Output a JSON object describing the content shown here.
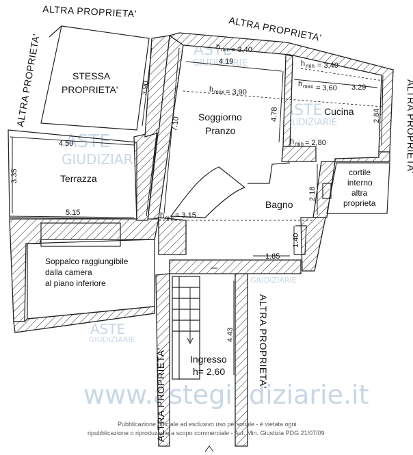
{
  "labels": {
    "altra_top_left": "ALTRA PROPRIETA'",
    "altra_top_right": "ALTRA PROPRIETA'",
    "altra_left": "ALTRA PROPRIETA'",
    "altra_right": "ALTRA PROPRIETA'",
    "altra_bottom_left": "ALTRA PROPRIETA'",
    "altra_bottom_right": "ALTRA PROPRIETA'"
  },
  "rooms": {
    "stessa_line1": "STESSA",
    "stessa_line2": "PROPRIETA'",
    "soggiorno_line1": "Soggiorno",
    "soggiorno_line2": "Pranzo",
    "cucina": "Cucina",
    "terrazza": "Terrazza",
    "bagno": "Bagno",
    "cortile_line1": "cortile",
    "cortile_line2": "interno",
    "cortile_line3": "altra",
    "cortile_line4": "proprieta",
    "soppalco_line1": "Soppalco raggiungibile",
    "soppalco_line2": "dalla camera",
    "soppalco_line3": "al piano inferiore",
    "ingresso": "Ingresso",
    "ingresso_h": "h= 2,60"
  },
  "dimensions": {
    "d_419": "4.19",
    "d_329": "3.29",
    "d_390": "3.90",
    "d_710": "7.10",
    "d_478": "4.78",
    "d_284": "2.84",
    "d_450": "4.50",
    "d_335": "3.35",
    "d_515": "5.15",
    "d_218": "2.18",
    "d_185": "1.85",
    "d_140": "1.40",
    "d_443": "4.43"
  },
  "heights": {
    "h": "h",
    "min": "min",
    "max": "max",
    "soggiorno_hmin": "= 3,40",
    "soggiorno_hmax": "= 3,90",
    "cucina_hmin": "= 3,40",
    "cucina_hmax": "= 3,60",
    "cucina_hmin2": "= 2,80",
    "terrazza_hmin": "= 3,15"
  },
  "watermarks": {
    "aste": "ASTE",
    "giudiziarie": "GIUDIZIARIE",
    "site": "www.astegiudiziarie.it"
  },
  "footer": {
    "line1": "Pubblicazione ufficiale ad esclusivo uso personale - è vietata ogni",
    "line2": "ripubblicazione o riproduzione a scopo commerciale - Aut. Min. Giustizia PDG 21/07/09"
  }
}
